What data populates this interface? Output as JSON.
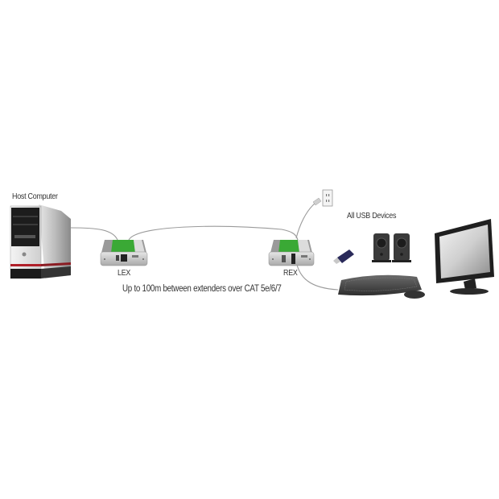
{
  "diagram": {
    "labels": {
      "host": "Host Computer",
      "lex": "LEX",
      "rex": "REX",
      "devices": "All USB Devices",
      "caption": "Up to 100m between extenders over CAT 5e/6/7"
    },
    "nodes": [
      {
        "id": "host-computer",
        "type": "desktop-tower"
      },
      {
        "id": "lex",
        "type": "usb-extender-local"
      },
      {
        "id": "rex",
        "type": "usb-extender-remote"
      },
      {
        "id": "wall-outlet",
        "type": "power-outlet"
      },
      {
        "id": "usb-flash-drive",
        "type": "usb-device"
      },
      {
        "id": "speakers",
        "type": "usb-device"
      },
      {
        "id": "keyboard-mouse",
        "type": "usb-device"
      },
      {
        "id": "monitor",
        "type": "display"
      }
    ],
    "edges": [
      {
        "from": "host-computer",
        "to": "lex",
        "type": "usb-cable"
      },
      {
        "from": "lex",
        "to": "rex",
        "type": "cat-cable"
      },
      {
        "from": "rex",
        "to": "wall-outlet",
        "type": "power-cable"
      },
      {
        "from": "rex",
        "to": "keyboard-mouse",
        "type": "usb-cable"
      }
    ],
    "colors": {
      "accent_green": "#3aa935",
      "cable_gray": "#9a9a9a",
      "label_text": "#333333",
      "chassis_silver": "#c8c8c8",
      "tower_red_stripe": "#b0202a"
    }
  }
}
